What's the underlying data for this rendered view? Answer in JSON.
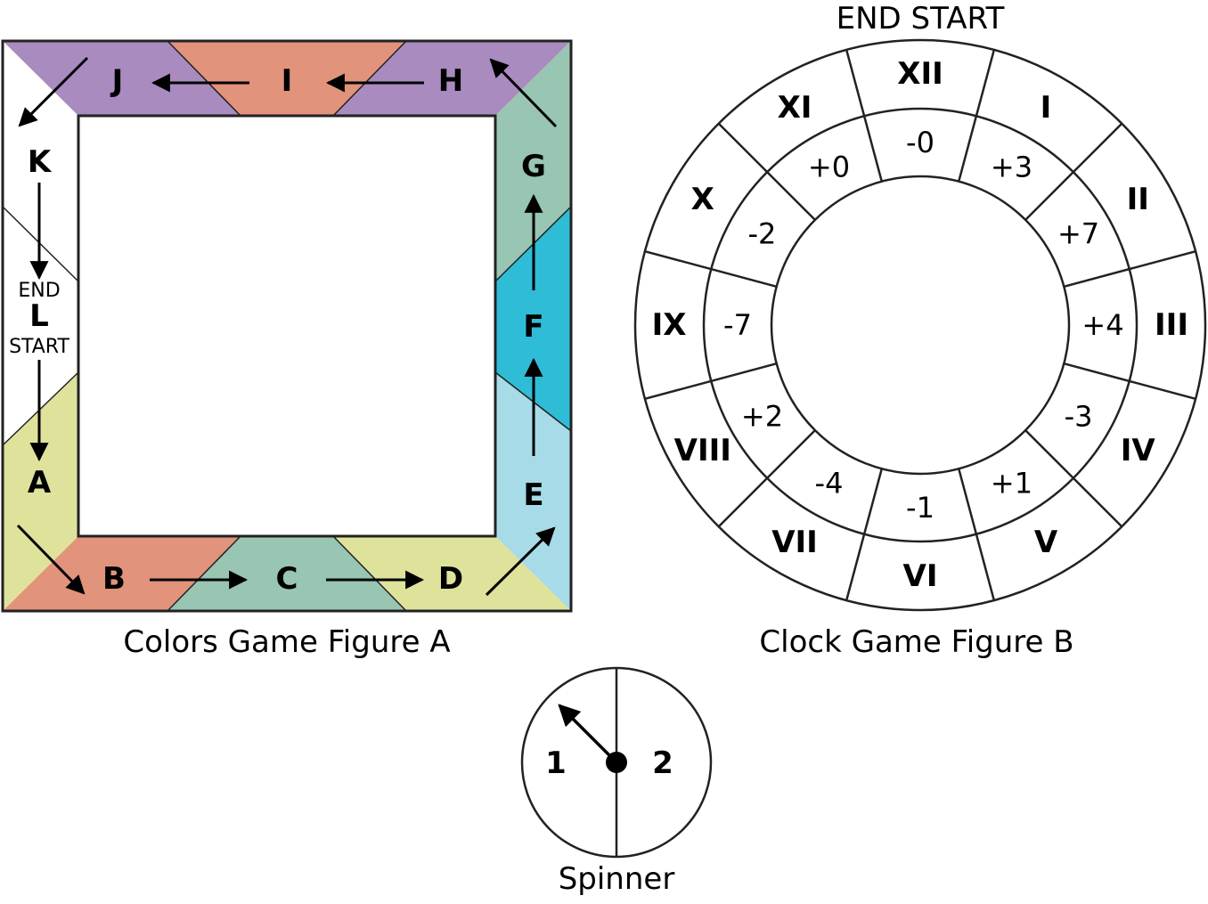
{
  "figure_a": {
    "caption": "Colors Game Figure A",
    "end_label": "END",
    "start_label": "START",
    "colors": {
      "purple": "#a98bbf",
      "salmon": "#e1937b",
      "green": "#99c5b3",
      "cyan": "#2fbcd7",
      "light_blue": "#a6dbe7",
      "yellow": "#dfe29b",
      "white": "#ffffff"
    },
    "squares": [
      {
        "label": "J"
      },
      {
        "label": "I"
      },
      {
        "label": "H"
      },
      {
        "label": "G"
      },
      {
        "label": "F"
      },
      {
        "label": "E"
      },
      {
        "label": "D"
      },
      {
        "label": "C"
      },
      {
        "label": "B"
      },
      {
        "label": "A"
      },
      {
        "label": "L"
      },
      {
        "label": "K"
      }
    ]
  },
  "figure_b": {
    "caption": "Clock Game Figure B",
    "header": "END START",
    "hours": [
      {
        "numeral": "XII",
        "value": "-0"
      },
      {
        "numeral": "I",
        "value": "+3"
      },
      {
        "numeral": "II",
        "value": "+7"
      },
      {
        "numeral": "III",
        "value": "+4"
      },
      {
        "numeral": "IV",
        "value": "-3"
      },
      {
        "numeral": "V",
        "value": "+1"
      },
      {
        "numeral": "VI",
        "value": "-1"
      },
      {
        "numeral": "VII",
        "value": "-4"
      },
      {
        "numeral": "VIII",
        "value": "+2"
      },
      {
        "numeral": "IX",
        "value": "-7"
      },
      {
        "numeral": "X",
        "value": "-2"
      },
      {
        "numeral": "XI",
        "value": "+0"
      }
    ]
  },
  "spinner": {
    "caption": "Spinner",
    "left_label": "1",
    "right_label": "2"
  }
}
